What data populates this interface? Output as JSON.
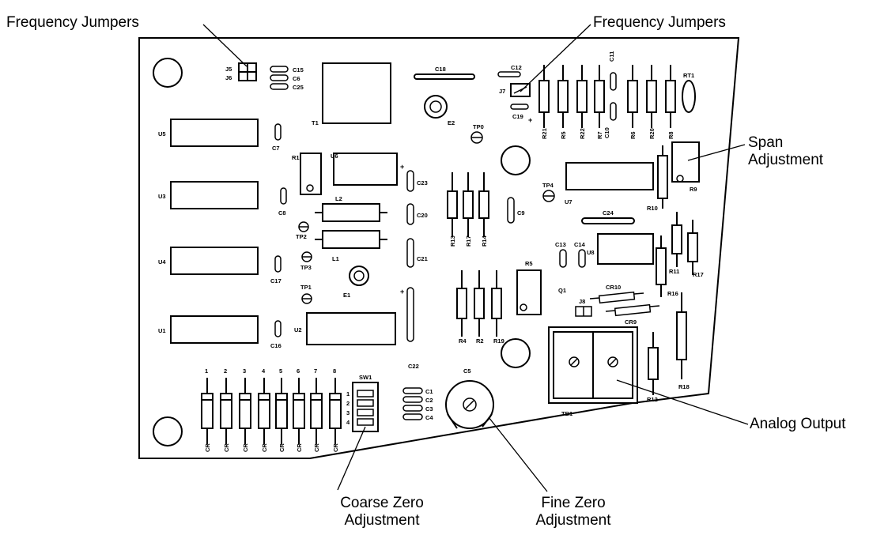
{
  "callouts": {
    "freq_jumpers_left": "Frequency Jumpers",
    "freq_jumpers_right": "Frequency Jumpers",
    "span_line1": "Span",
    "span_line2": "Adjustment",
    "analog_output": "Analog Output",
    "coarse_line1": "Coarse Zero",
    "coarse_line2": "Adjustment",
    "fine_line1": "Fine Zero",
    "fine_line2": "Adjustment"
  },
  "board_labels": {
    "ics": [
      "U5",
      "U3",
      "U4",
      "U1",
      "U2",
      "U6",
      "U7",
      "U8"
    ],
    "transformer": "T1",
    "electrolytics": [
      "E1",
      "E2"
    ],
    "jumpers": [
      "J5",
      "J6",
      "J7",
      "J8"
    ],
    "test_points": [
      "TP0",
      "TP4",
      "TP2",
      "TP3",
      "TP1"
    ],
    "inductors": [
      "L1",
      "L2"
    ],
    "caps_left": [
      "C15",
      "C6",
      "C25",
      "C7",
      "C8",
      "C17",
      "C16"
    ],
    "caps_mid": [
      "C18",
      "C23",
      "C20",
      "C21",
      "C9",
      "C22",
      "C1",
      "C2",
      "C3",
      "C4"
    ],
    "caps_top_right": [
      "C12",
      "C11",
      "C19",
      "C10",
      "C24",
      "C13",
      "C14"
    ],
    "trim_pots": [
      "R1",
      "R9",
      "R5"
    ],
    "top_right_resistors": [
      "R21",
      "R5",
      "R22",
      "R7",
      "R6",
      "R20",
      "R8",
      "RT1"
    ],
    "mid_resistors": [
      "R13",
      "R17",
      "R14"
    ],
    "lower_resistors": [
      "R4",
      "R2",
      "R19"
    ],
    "right_resistors": [
      "R10",
      "R11",
      "R17",
      "R16",
      "R12",
      "R18"
    ],
    "misc": [
      "Q1",
      "CR10",
      "CR9",
      "TB1",
      "C5",
      "SW1"
    ],
    "dip_numbers": [
      "1",
      "2",
      "3",
      "4"
    ],
    "diode_numbers": [
      "1",
      "2",
      "3",
      "4",
      "5",
      "6",
      "7",
      "8"
    ],
    "diode_label": "CR",
    "plus_sign": "+"
  }
}
